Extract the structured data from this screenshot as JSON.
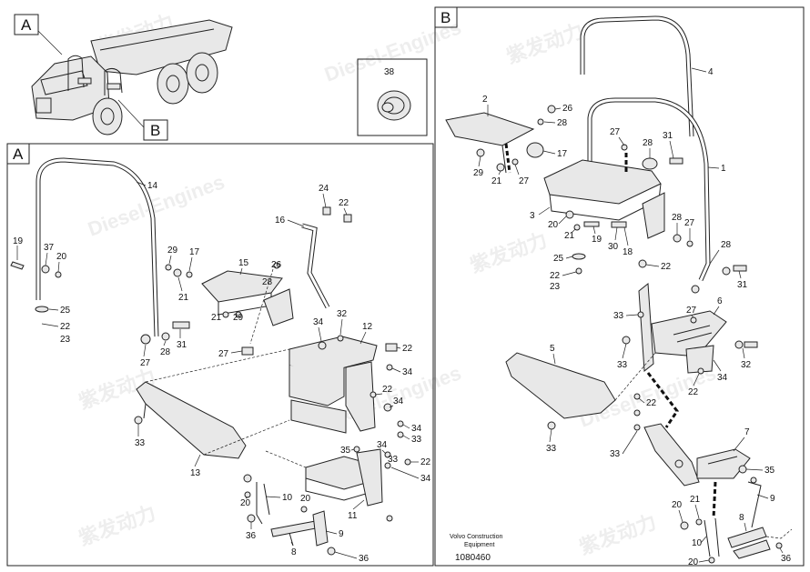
{
  "panels": {
    "overview_a": "A",
    "overview_b": "B",
    "panel_a": "A",
    "panel_b": "B"
  },
  "detail_callout": "38",
  "caption": {
    "line1": "Volvo Construction",
    "line2": "Equipment",
    "doc_number": "1080460"
  },
  "watermark": {
    "line1": "紫发动力",
    "line2": "Diesel-Engines"
  },
  "labels_a": [
    "14",
    "19",
    "37",
    "20",
    "25",
    "22",
    "23",
    "29",
    "17",
    "21",
    "15",
    "28",
    "27",
    "28",
    "31",
    "26",
    "16",
    "24",
    "22",
    "21",
    "29",
    "34",
    "32",
    "12",
    "27",
    "22",
    "34",
    "13",
    "33",
    "22",
    "34",
    "34",
    "33",
    "35",
    "34",
    "33",
    "22",
    "34",
    "10",
    "20",
    "20",
    "11",
    "9",
    "36",
    "8",
    "36"
  ],
  "labels_b": [
    "4",
    "2",
    "26",
    "28",
    "27",
    "28",
    "31",
    "17",
    "1",
    "29",
    "21",
    "27",
    "3",
    "20",
    "21",
    "19",
    "28",
    "27",
    "30",
    "18",
    "28",
    "25",
    "22",
    "22",
    "23",
    "31",
    "33",
    "6",
    "27",
    "5",
    "33",
    "34",
    "32",
    "22",
    "22",
    "33",
    "33",
    "7",
    "35",
    "9",
    "21",
    "20",
    "10",
    "8",
    "20",
    "36"
  ]
}
